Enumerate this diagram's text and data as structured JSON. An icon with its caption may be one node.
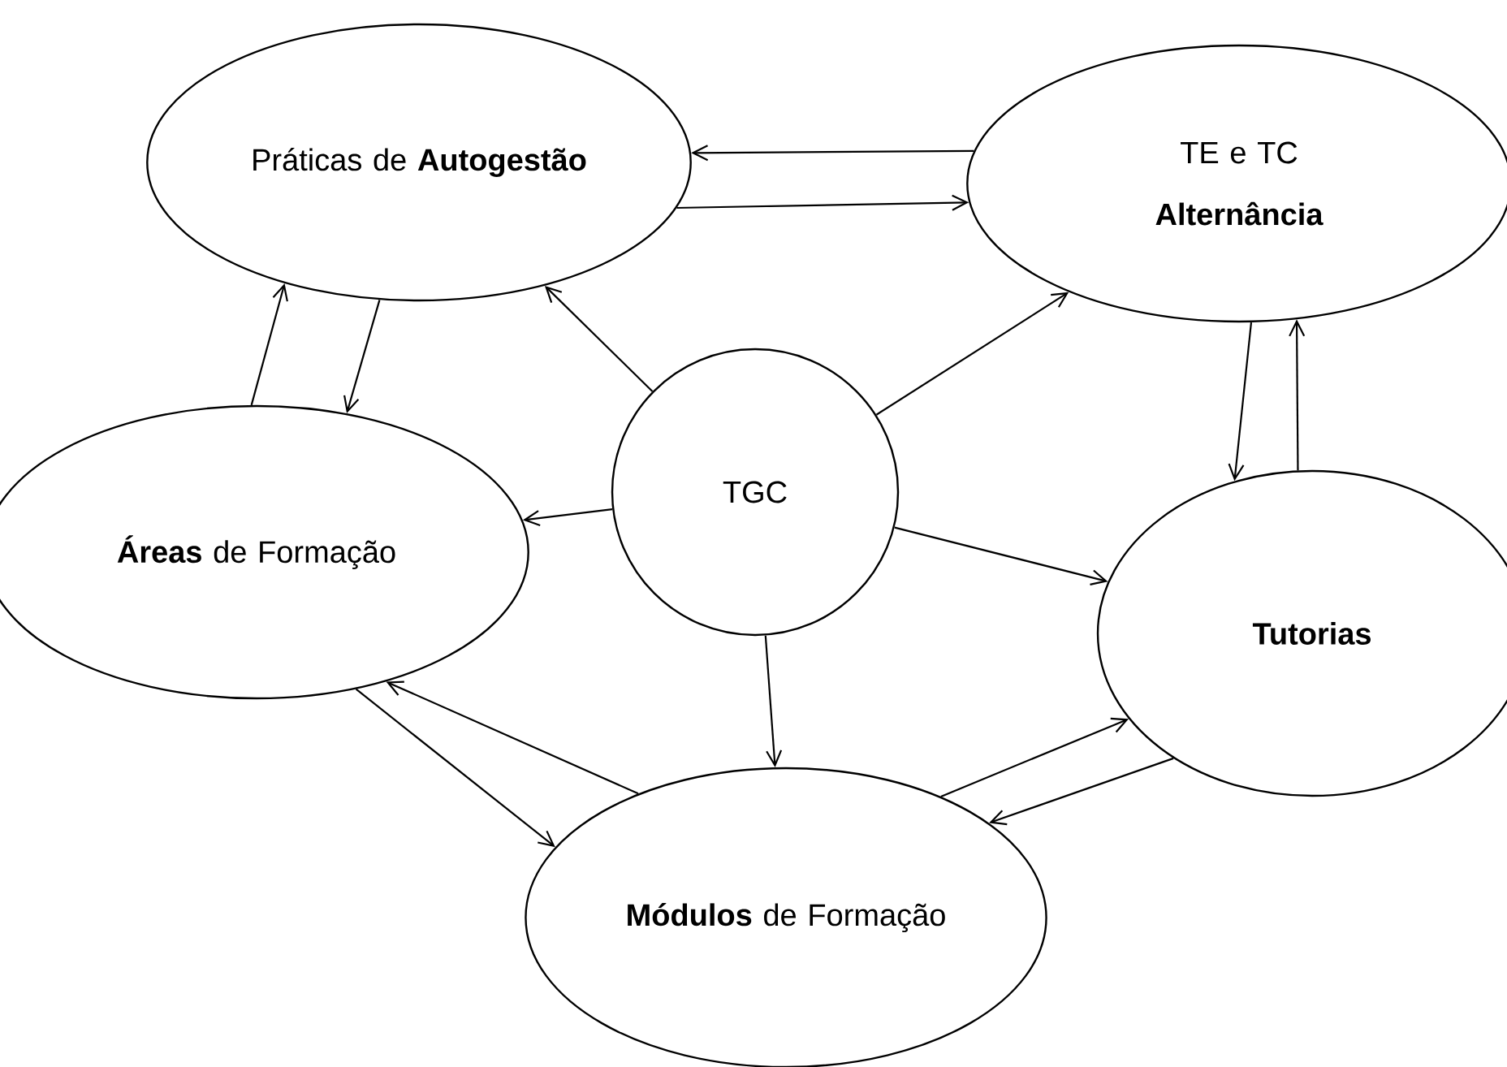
{
  "diagram": {
    "nodes": [
      {
        "text": [
          "Práticas de **Autogestão**"
        ]
      },
      {
        "text": [
          "TE e TC",
          "Alternância"
        ]
      },
      {
        "text": [
          "TGC"
        ]
      },
      {
        "text": [
          "**Áreas** de Formação"
        ]
      },
      {
        "text": [
          "Tutorias"
        ]
      },
      {
        "text": [
          "**Módulos** de Formação"
        ]
      }
    ],
    "edges": [
      {
        "from": 1,
        "to": 0,
        "arrow": "to"
      },
      {
        "from": 0,
        "to": 1,
        "arrow": "to"
      },
      {
        "from": 2,
        "to": 0,
        "arrow": "to"
      },
      {
        "from": 2,
        "to": 1,
        "arrow": "to"
      },
      {
        "from": 3,
        "to": 0,
        "arrow": "to"
      },
      {
        "from": 0,
        "to": 3,
        "arrow": "to"
      },
      {
        "from": 2,
        "to": 3,
        "arrow": "to"
      },
      {
        "from": 2,
        "to": 4,
        "arrow": "to"
      },
      {
        "from": 1,
        "to": 4,
        "arrow": "to"
      },
      {
        "from": 4,
        "to": 1,
        "arrow": "to"
      },
      {
        "from": 2,
        "to": 5,
        "arrow": "to"
      },
      {
        "from": 5,
        "to": 3,
        "arrow": "to"
      },
      {
        "from": 3,
        "to": 5,
        "arrow": "to"
      },
      {
        "from": 5,
        "to": 4,
        "arrow": "to"
      },
      {
        "from": 4,
        "to": 5,
        "arrow": "to"
      }
    ]
  }
}
